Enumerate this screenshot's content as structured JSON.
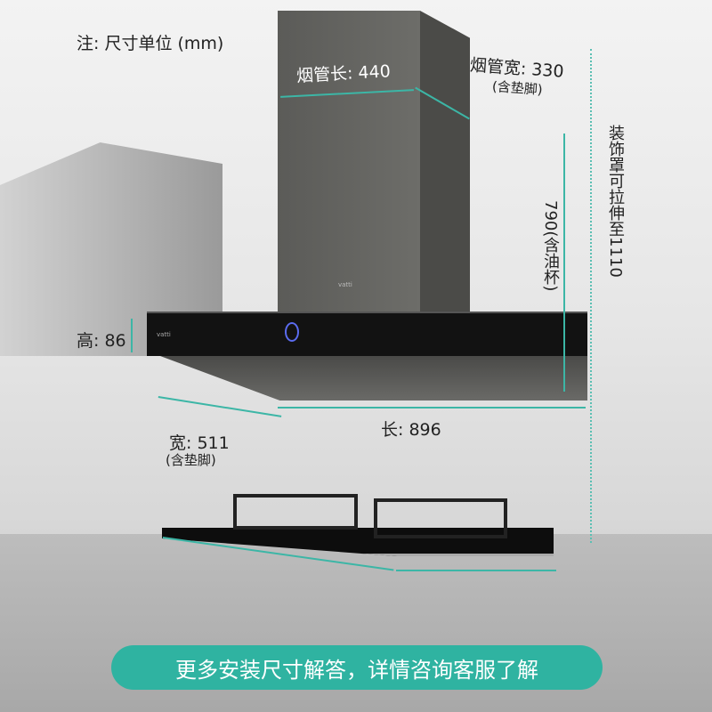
{
  "note": "注: 尺寸单位 (mm)",
  "brand_logo": "vatti",
  "dimensions": {
    "chimney_length": "烟管长: 440",
    "chimney_width": "烟管宽: 330",
    "chimney_width_note": "(含垫脚)",
    "height_with_cup": "790(含油杯)",
    "extendable": "装饰罩可拉伸至1110",
    "panel_height": "高: 86",
    "depth": "宽: 511",
    "depth_note": "(含垫脚)",
    "length": "长: 896"
  },
  "cta_button": "更多安装尺寸解答，详情咨询客服了解",
  "colors": {
    "accent": "#3cb6a6",
    "button": "#2fb3a1"
  }
}
